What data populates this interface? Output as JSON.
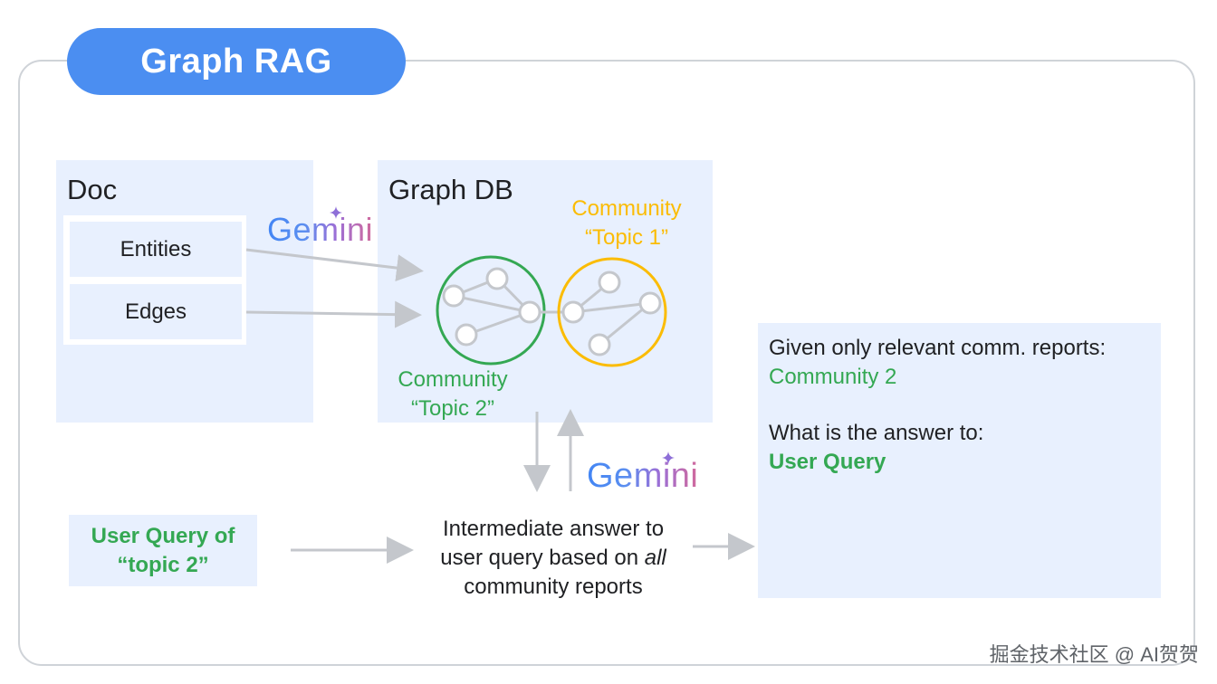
{
  "title": "Graph RAG",
  "doc": {
    "title": "Doc",
    "items": [
      "Entities",
      "Edges"
    ]
  },
  "graph_db": {
    "title": "Graph DB",
    "community1": {
      "line1": "Community",
      "line2": "“Topic 1”",
      "color": "#fbbc04"
    },
    "community2": {
      "line1": "Community",
      "line2": "“Topic 2”",
      "color": "#34a853"
    }
  },
  "gemini_label": "Gemini",
  "user_query": {
    "line1": "User Query of",
    "line2": "“topic 2”"
  },
  "intermediate": {
    "line1": "Intermediate answer to",
    "line2_prefix": "user query based on ",
    "line2_emph": "all",
    "line3": "community reports"
  },
  "answer": {
    "line1": "Given only relevant comm. reports:",
    "line2": "Community 2",
    "line3": "What is the answer to:",
    "line4": "User Query"
  },
  "watermark": "掘金技术社区 @ AI贺贺",
  "colors": {
    "accent": "#4b8ef1",
    "green": "#34a853",
    "yellow": "#fbbc04",
    "panel": "#e8f0fe",
    "arrow": "#c4c7cc"
  }
}
